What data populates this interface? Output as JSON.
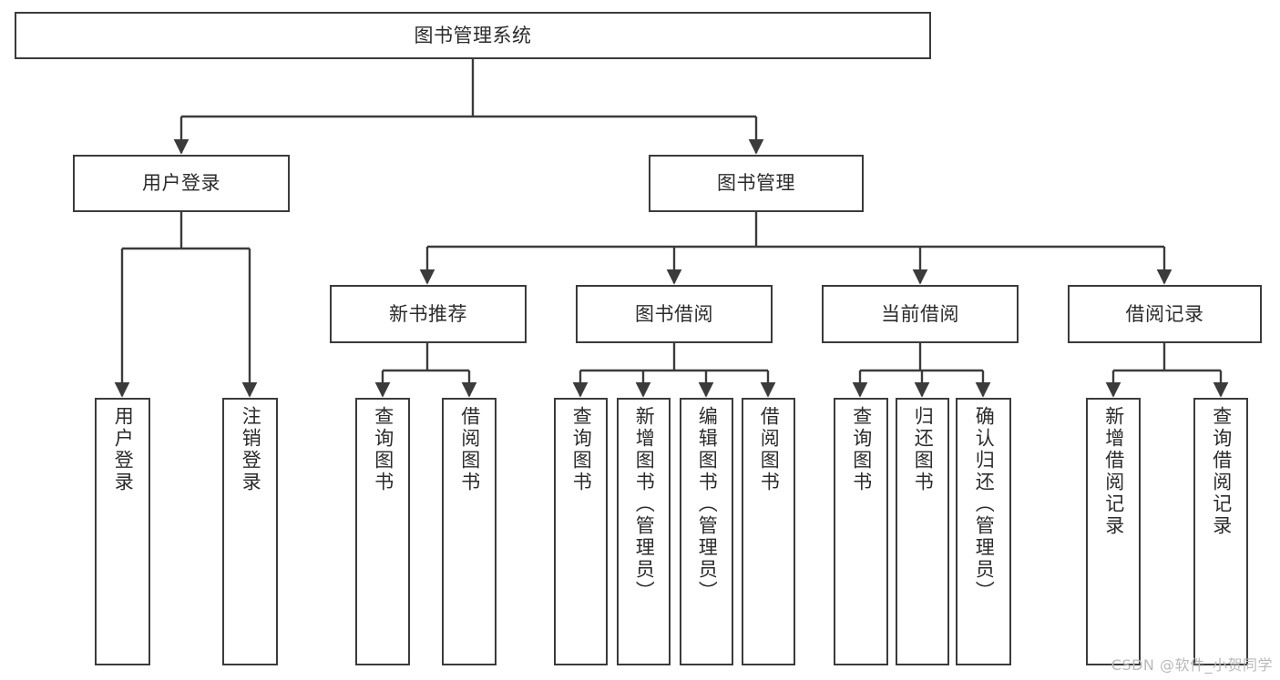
{
  "diagram": {
    "title": "图书管理系统",
    "watermark": "CSDN @软件_小贺同学",
    "colors": {
      "stroke": "#3b3b3b",
      "fill": "#ffffff",
      "text": "#2b2b2b",
      "watermark": "#b9b9b9"
    },
    "nodes": {
      "root": "图书管理系统",
      "level2": {
        "user_login": "用户登录",
        "book_manage": "图书管理"
      },
      "level3": {
        "new_book_rec": "新书推荐",
        "book_borrow": "图书借阅",
        "current_borrow": "当前借阅",
        "borrow_record": "借阅记录"
      },
      "leaves": {
        "user_login_1": "用户登录",
        "user_login_2": "注销登录",
        "new_book_rec_1": "查询图书",
        "new_book_rec_2": "借阅图书",
        "book_borrow_1": "查询图书",
        "book_borrow_2": "新增图书（管理员）",
        "book_borrow_3": "编辑图书（管理员）",
        "book_borrow_4": "借阅图书",
        "current_borrow_1": "查询图书",
        "current_borrow_2": "归还图书",
        "current_borrow_3": "确认归还（管理员）",
        "borrow_record_1": "新增借阅记录",
        "borrow_record_2": "查询借阅记录"
      }
    }
  }
}
